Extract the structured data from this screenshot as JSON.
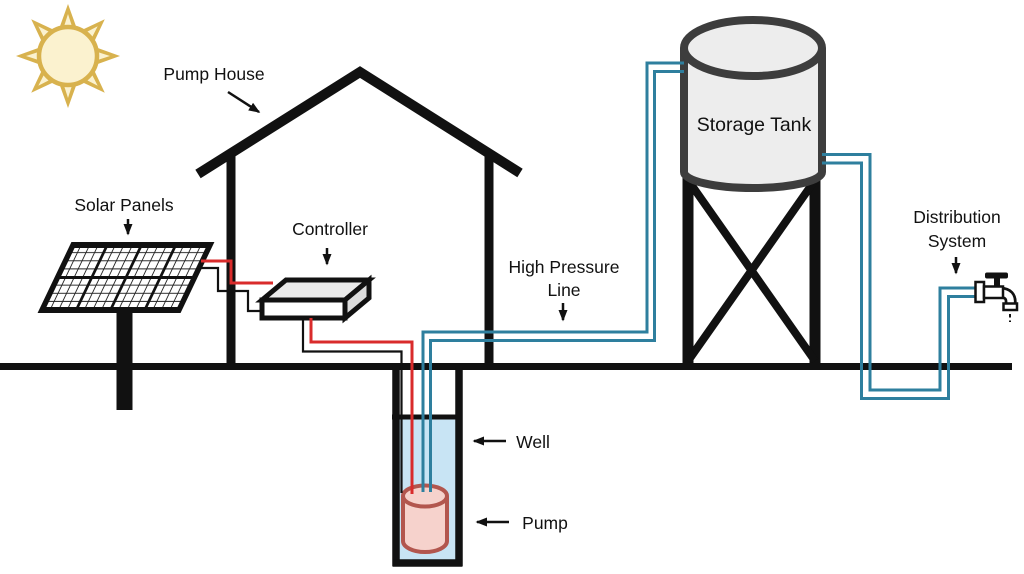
{
  "diagram": {
    "labels": {
      "pump_house": "Pump House",
      "solar_panels": "Solar Panels",
      "controller": "Controller",
      "high_pressure_line1": "High Pressure",
      "high_pressure_line2": "Line",
      "storage_tank": "Storage Tank",
      "distribution_line1": "Distribution",
      "distribution_line2": "System",
      "well": "Well",
      "pump": "Pump"
    },
    "colors": {
      "pipe": "#2E7F9E",
      "wire_red": "#D92B2B",
      "line_black": "#111111",
      "water": "#C8E4F4",
      "pump_fill": "#F6D2CC",
      "pump_stroke": "#B2564E",
      "tank_fill": "#EDEDED",
      "tank_stroke": "#3D3D3D",
      "sun_gold": "#D8B24E",
      "sun_cream": "#FBF2CF"
    }
  }
}
